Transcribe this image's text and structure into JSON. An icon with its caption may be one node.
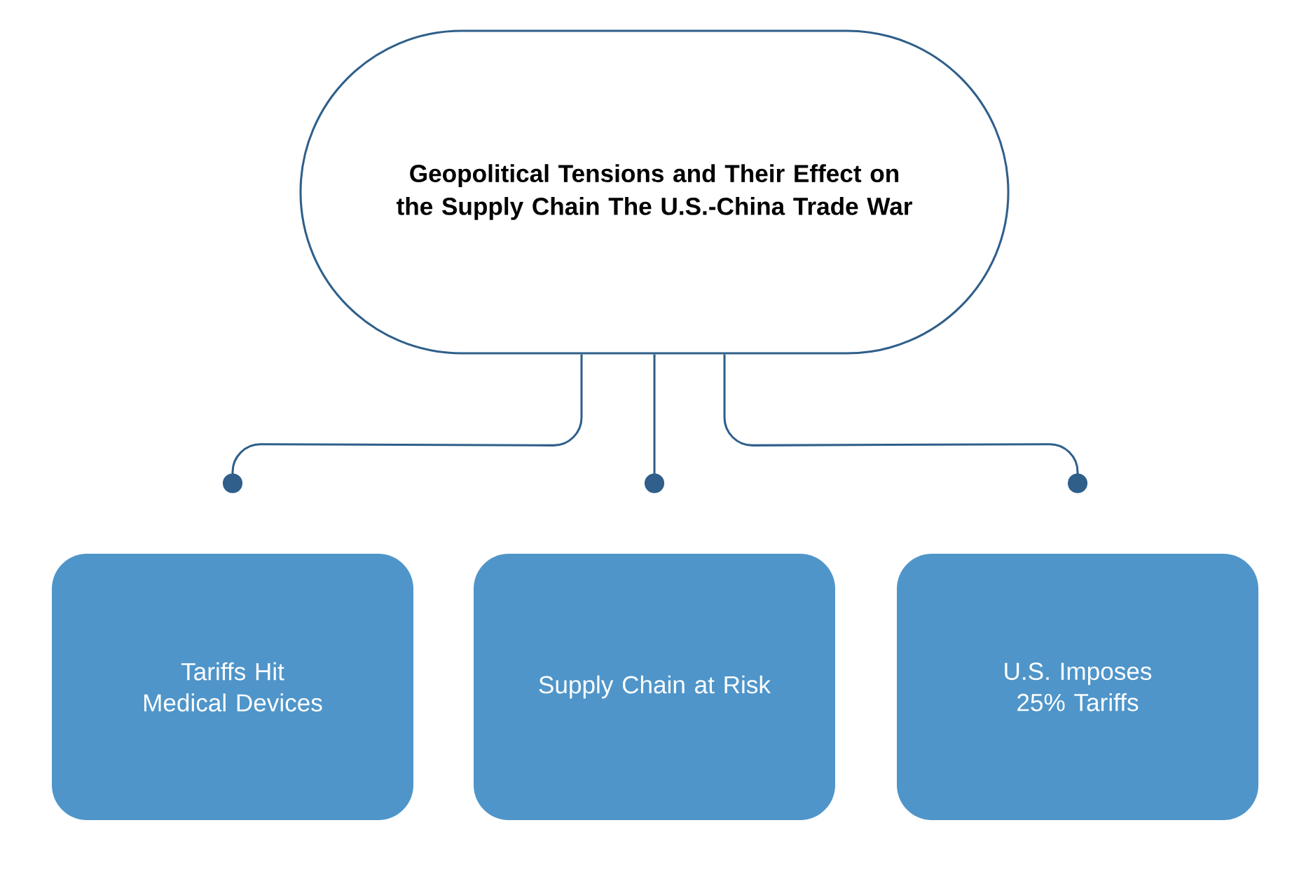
{
  "diagram": {
    "nodes": [
      {
        "text": [
          "Geopolitical Tensions and Their Effect on the Supply Chain The U.S.-China Trade War"
        ]
      },
      {
        "text": [
          "Tariffs Hit Medical Devices"
        ]
      },
      {
        "text": [
          "Supply Chain at Risk"
        ]
      },
      {
        "text": [
          "U.S. Imposes 25% Tariffs"
        ]
      }
    ],
    "edges": [
      {
        "from": 0,
        "to": 1,
        "arrow": "other"
      },
      {
        "from": 0,
        "to": 2,
        "arrow": "other"
      },
      {
        "from": 0,
        "to": 3,
        "arrow": "other"
      }
    ]
  }
}
